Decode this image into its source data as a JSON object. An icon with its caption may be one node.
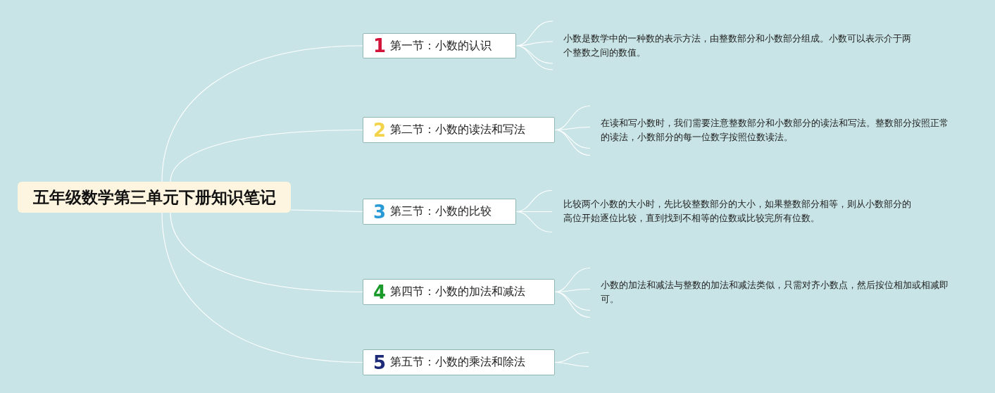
{
  "diagram": {
    "nodes": [
      {
        "text": [
          "五年级数学第三单元下册知识笔记"
        ]
      },
      {
        "text": [
          "1",
          "第一节：小数的认识"
        ]
      },
      {
        "text": [
          "2",
          "第二节：小数的读法和写法"
        ]
      },
      {
        "text": [
          "3",
          "第三节：小数的比较"
        ]
      },
      {
        "text": [
          "4",
          "第四节：小数的加法和减法"
        ]
      },
      {
        "text": [
          "5",
          "第五节：小数的乘法和除法"
        ]
      },
      {
        "text": [
          "小数是数学中的一种数的表示方法，由整数部分和小数部分组成。小数可以表示介于两个整数之间的数值。"
        ]
      },
      {
        "text": [
          "在读和写小数时，我们需要注意整数部分和小数部分的读法和写法。整数部分按照正常的读法，小数部分的每一位数字按照位数读法。"
        ]
      },
      {
        "text": [
          "比较两个小数的大小时，先比较整数部分的大小，如果整数部分相等，则从小数部分的高位开始逐位比较，直到找到不相等的位数或比较完所有位数。"
        ]
      },
      {
        "text": [
          "小数的加法和减法与整数的加法和减法类似，只需对齐小数点，然后按位相加或相减即可。"
        ]
      }
    ],
    "edges": [
      {
        "from": 0,
        "to": 1,
        "arrow": "none"
      },
      {
        "from": 0,
        "to": 2,
        "arrow": "none"
      },
      {
        "from": 0,
        "to": 3,
        "arrow": "none"
      },
      {
        "from": 0,
        "to": 4,
        "arrow": "none"
      },
      {
        "from": 0,
        "to": 5,
        "arrow": "none"
      },
      {
        "from": 1,
        "to": 6,
        "arrow": "none"
      },
      {
        "from": 2,
        "to": 7,
        "arrow": "none"
      },
      {
        "from": 3,
        "to": 8,
        "arrow": "none"
      },
      {
        "from": 4,
        "to": 9,
        "arrow": "none"
      },
      {
        "from": 5,
        "to": null,
        "arrow": "none"
      }
    ]
  }
}
